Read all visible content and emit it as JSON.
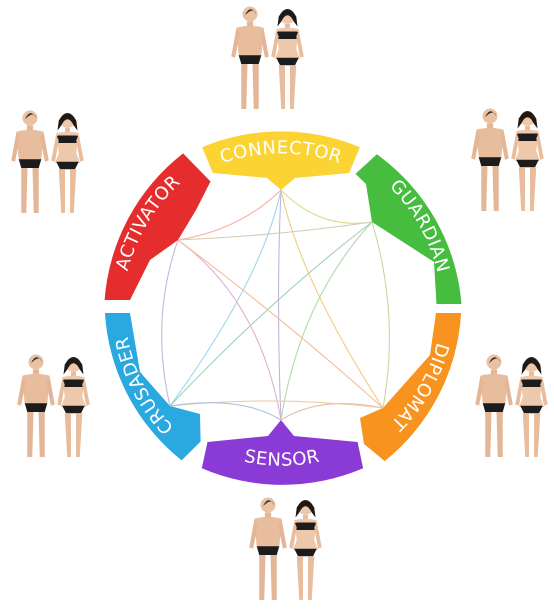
{
  "diagram": {
    "segments": [
      {
        "key": "connector",
        "label": "CONNECTOR",
        "color": "#FBD434"
      },
      {
        "key": "guardian",
        "label": "GUARDIAN",
        "color": "#46BD3F"
      },
      {
        "key": "diplomat",
        "label": "DIPLOMAT",
        "color": "#F7931E"
      },
      {
        "key": "sensor",
        "label": "SENSOR",
        "color": "#8A3BD6"
      },
      {
        "key": "crusader",
        "label": "CRUSADER",
        "color": "#2AA8E0"
      },
      {
        "key": "activator",
        "label": "ACTIVATOR",
        "color": "#E52D2D"
      }
    ],
    "figure_pairs": [
      {
        "key": "connector",
        "icon": "male-female-figure-pair-icon"
      },
      {
        "key": "guardian",
        "icon": "male-female-figure-pair-icon"
      },
      {
        "key": "diplomat",
        "icon": "male-female-figure-pair-icon"
      },
      {
        "key": "sensor",
        "icon": "male-female-figure-pair-icon"
      },
      {
        "key": "crusader",
        "icon": "male-female-figure-pair-icon"
      },
      {
        "key": "activator",
        "icon": "male-female-figure-pair-icon"
      }
    ]
  }
}
